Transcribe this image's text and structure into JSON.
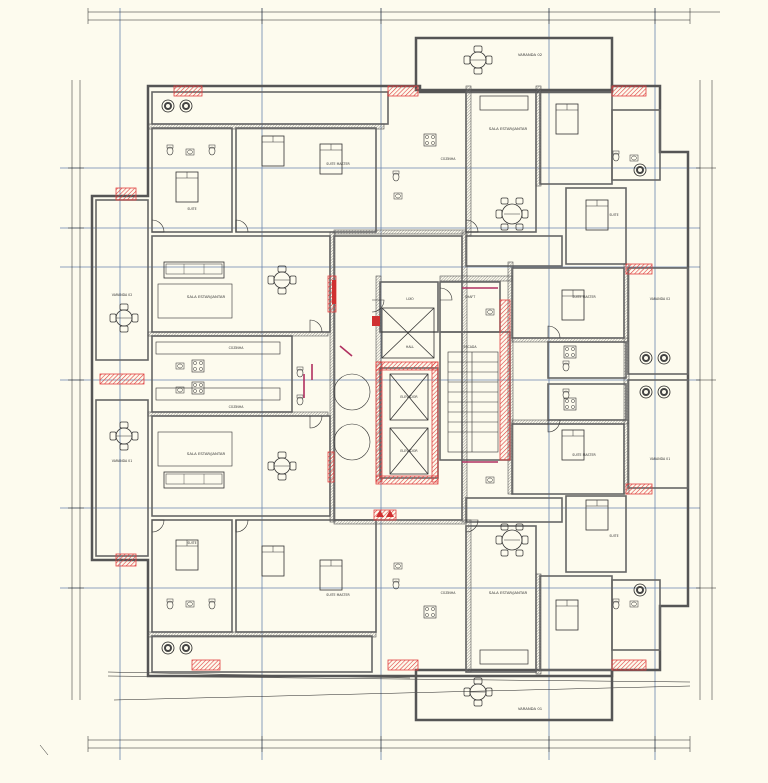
{
  "colors": {
    "background": "#fdfbee",
    "wall": "#555555",
    "hatch_red": "#e04040",
    "grid_blue": "#5a78a8",
    "furniture": "#444444"
  },
  "labels": {
    "varanda_n": "VARANDA 02",
    "varanda_s": "VARANDA 01",
    "varanda_e1": "VARANDA 02",
    "varanda_e2": "VARANDA 01",
    "varanda_w1": "VARANDA 02",
    "varanda_w2": "VARANDA 01",
    "sala_nw": "SALA ESTAR/JANTAR",
    "sala_sw": "SALA ESTAR/JANTAR",
    "sala_ne": "SALA ESTAR/JANTAR",
    "sala_se": "SALA ESTAR/JANTAR",
    "suite_nw": "SUITE",
    "suite_sw": "SUITE",
    "suite_ne": "SUITE",
    "suite_se": "SUITE",
    "suite_master_nw": "SUITE MASTER",
    "suite_master_sw": "SUITE MASTER",
    "suite_master_ne": "SUITE MASTER",
    "suite_master_se": "SUITE MASTER",
    "cozinha_w1": "COZINHA",
    "cozinha_w2": "COZINHA",
    "cozinha_e1": "COZINHA",
    "cozinha_e2": "COZINHA",
    "hall": "HALL",
    "escada": "ESCADA",
    "elevador1": "ELEVADOR",
    "elevador2": "ELEVADOR",
    "lixo": "LIXO",
    "shaft": "SHAFT"
  }
}
